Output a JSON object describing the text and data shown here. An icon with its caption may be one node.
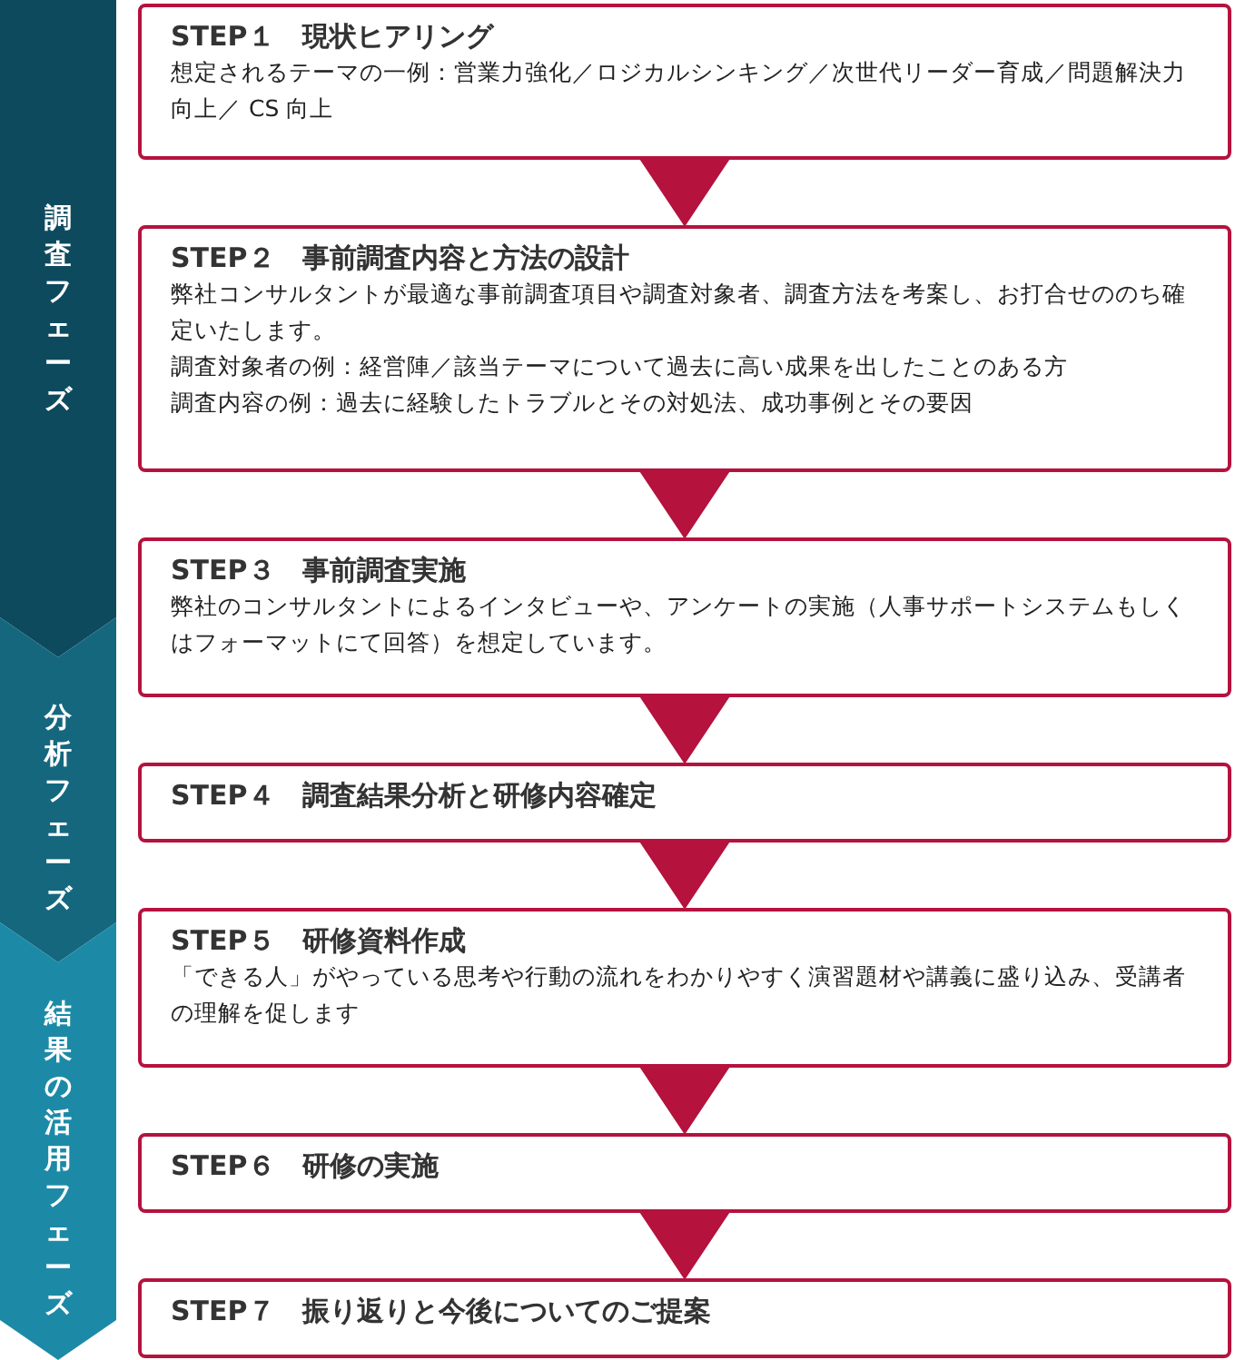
{
  "diagram": {
    "nodes": [
      {
        "text": [
          "調査フェーズ"
        ]
      },
      {
        "text": [
          "分析フェーズ"
        ]
      },
      {
        "text": [
          "結果の活用フェーズ"
        ]
      },
      {
        "text": [
          "STEP１　現状ヒアリング",
          "想定されるテーマの一例：営業力強化／ロジカルシンキング／次世代リーダー育成／問題解決力向上／ CS 向上"
        ]
      },
      {
        "text": [
          "STEP２　事前調査内容と方法の設計",
          "弊社コンサルタントが最適な事前調査項目や調査対象者、調査方法を考案し、お打合せののち確定いたします。",
          "調査対象者の例：経営陣／該当テーマについて過去に高い成果を出したことのある方",
          "調査内容の例：過去に経験したトラブルとその対処法、成功事例とその要因"
        ]
      },
      {
        "text": [
          "STEP３　事前調査実施",
          "弊社のコンサルタントによるインタビューや、アンケートの実施（人事サポートシステムもしくはフォーマットにて回答）を想定しています。"
        ]
      },
      {
        "text": [
          "STEP４　調査結果分析と研修内容確定"
        ]
      },
      {
        "text": [
          "STEP５　研修資料作成",
          "「できる人」がやっている思考や行動の流れをわかりやすく演習題材や講義に盛り込み、受講者の理解を促します"
        ]
      },
      {
        "text": [
          "STEP６　研修の実施"
        ]
      },
      {
        "text": [
          "STEP７　振り返りと今後についてのご提案"
        ]
      }
    ],
    "edges": [
      {
        "from": 3,
        "to": 4,
        "arrow": "to"
      },
      {
        "from": 4,
        "to": 5,
        "arrow": "to"
      },
      {
        "from": 5,
        "to": 6,
        "arrow": "to"
      },
      {
        "from": 6,
        "to": 7,
        "arrow": "to"
      },
      {
        "from": 7,
        "to": 8,
        "arrow": "to"
      },
      {
        "from": 8,
        "to": 9,
        "arrow": "to"
      }
    ]
  }
}
